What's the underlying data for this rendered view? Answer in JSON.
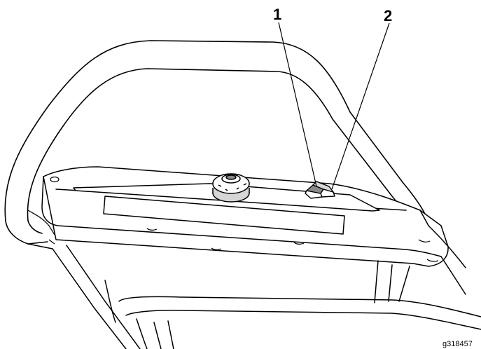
{
  "callouts": [
    {
      "number": "1",
      "target": "lever-left"
    },
    {
      "number": "2",
      "target": "lever-right"
    }
  ],
  "figure_id": "g318457",
  "colors": {
    "line": "#000000",
    "fill": "#ffffff",
    "control_fill": "#d6d6d6",
    "shade": "#8a8a8a"
  }
}
